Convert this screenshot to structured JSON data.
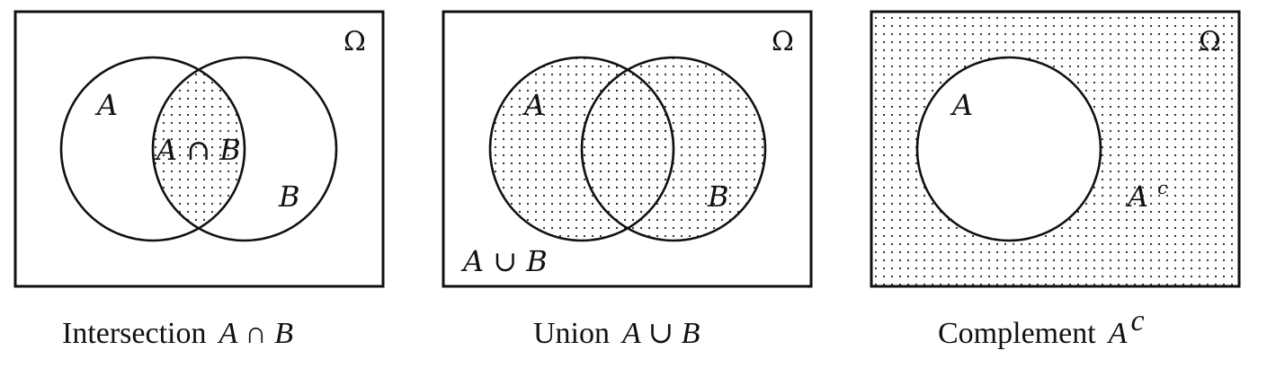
{
  "panels": [
    {
      "universe_label": "Ω",
      "set_a_label": "A",
      "set_b_label": "B",
      "region_label": "A ∩ B",
      "caption_word": "Intersection",
      "caption_math": "A ∩ B",
      "shaded_region": "intersection"
    },
    {
      "universe_label": "Ω",
      "set_a_label": "A",
      "set_b_label": "B",
      "region_label": "A ∪ B",
      "caption_word": "Union",
      "caption_math": "A ∪ B",
      "shaded_region": "union"
    },
    {
      "universe_label": "Ω",
      "set_a_label": "A",
      "complement_base": "A",
      "complement_sup": "c",
      "caption_word": "Complement",
      "caption_math_base": "A",
      "caption_math_sup": "c",
      "shaded_region": "complement"
    }
  ],
  "colors": {
    "stroke": "#111111",
    "dots": "#222222",
    "background": "#ffffff"
  }
}
